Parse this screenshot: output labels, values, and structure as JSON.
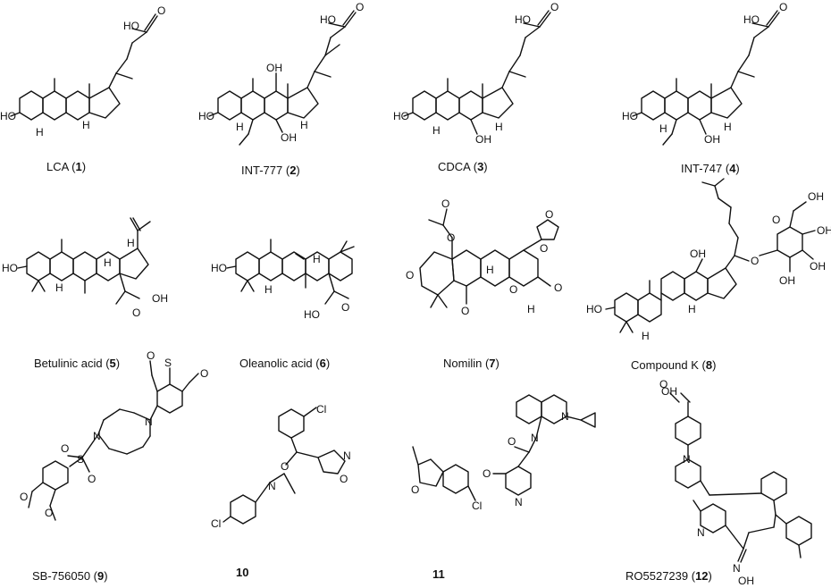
{
  "compounds": [
    {
      "name": "LCA (",
      "num": "1",
      "tail": ")"
    },
    {
      "name": "INT-777 (",
      "num": "2",
      "tail": ")"
    },
    {
      "name": "CDCA (",
      "num": "3",
      "tail": ")"
    },
    {
      "name": "INT-747 (",
      "num": "4",
      "tail": ")"
    },
    {
      "name": "Betulinic acid (",
      "num": "5",
      "tail": ")"
    },
    {
      "name": "Oleanolic acid (",
      "num": "6",
      "tail": ")"
    },
    {
      "name": "Nomilin (",
      "num": "7",
      "tail": ")"
    },
    {
      "name": "Compound K (",
      "num": "8",
      "tail": ")"
    },
    {
      "name": "SB-756050 (",
      "num": "9",
      "tail": ")"
    },
    {
      "name": "",
      "num": "10",
      "tail": ""
    },
    {
      "name": "",
      "num": "11",
      "tail": ""
    },
    {
      "name": "RO5527239 (",
      "num": "12",
      "tail": ")"
    }
  ],
  "atoms": {
    "ho": "HO",
    "oh": "OH",
    "h": "H",
    "o": "O",
    "n": "N",
    "cl": "Cl",
    "s": "S"
  }
}
